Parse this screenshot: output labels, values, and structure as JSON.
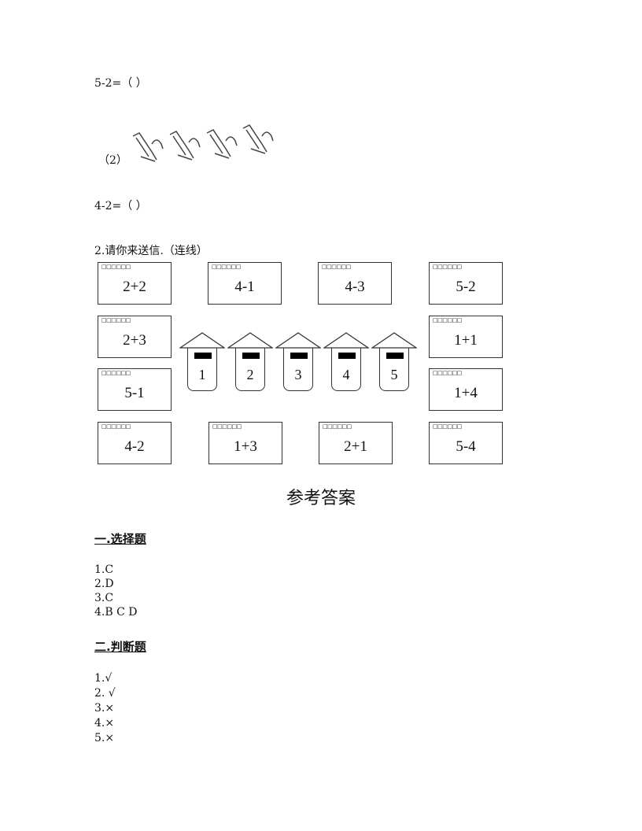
{
  "q1": {
    "eq_a": "5-2=（  ）",
    "sub_label": "（2）",
    "eq_b": "4-2=（  ）",
    "ducks_count": 4
  },
  "q2": {
    "title": "2.请你来送信.（连线）",
    "card_label": "□□□□□□",
    "cards": [
      "2+2",
      "4-1",
      "4-3",
      "5-2",
      "2+3",
      "1+1",
      "5-1",
      "1+4",
      "4-2",
      "1+3",
      "2+1",
      "5-4"
    ],
    "houses": [
      "1",
      "2",
      "3",
      "4",
      "5"
    ]
  },
  "answers": {
    "title": "参考答案",
    "section1": {
      "heading": "一.选择题",
      "items": [
        "1.C",
        "2.D",
        "3.C",
        "4.B C D"
      ]
    },
    "section2": {
      "heading": "二.判断题",
      "items": [
        "1.√",
        "2. √",
        "3.×",
        "4.×",
        "5.×"
      ]
    }
  }
}
